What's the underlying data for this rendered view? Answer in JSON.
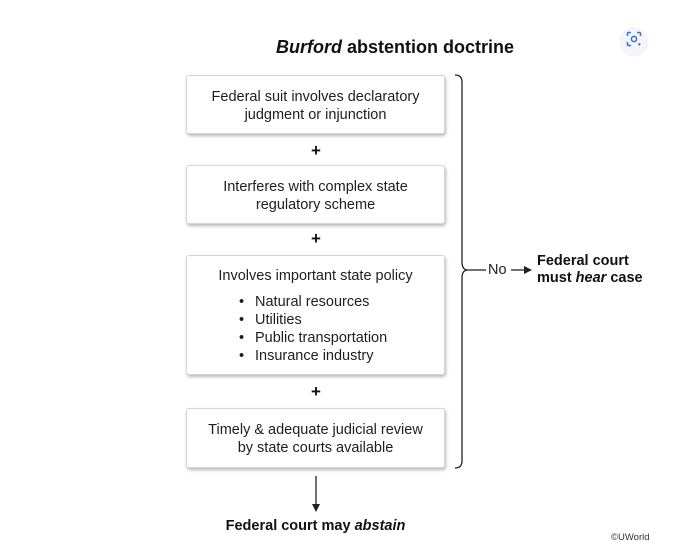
{
  "title": {
    "italic": "Burford",
    "rest": " abstention doctrine"
  },
  "conditions": [
    {
      "lines": [
        "Federal suit involves declaratory",
        "judgment or injunction"
      ]
    },
    {
      "lines": [
        "Interferes with complex state",
        "regulatory scheme"
      ]
    },
    {
      "lines": [
        "Involves important state policy"
      ],
      "bullets": [
        "Natural resources",
        "Utilities",
        "Public transportation",
        "Insurance industry"
      ]
    },
    {
      "lines": [
        "Timely & adequate judicial review",
        "by state courts available"
      ]
    }
  ],
  "connector": "+",
  "bullet_glyph": "•",
  "no_branch": {
    "label": "No",
    "outcome_line1": "Federal court",
    "outcome_line2_prefix": "must ",
    "outcome_line2_em": "hear",
    "outcome_line2_suffix": " case"
  },
  "yes_outcome": {
    "prefix": "Federal court may ",
    "em": "abstain"
  },
  "credit": "©UWorld",
  "icons": {
    "lens": "google-lens-icon"
  },
  "colors": {
    "text": "#1a1a1a",
    "box_border": "#d5d5d5",
    "lens_accent": "#3b6fd6"
  }
}
